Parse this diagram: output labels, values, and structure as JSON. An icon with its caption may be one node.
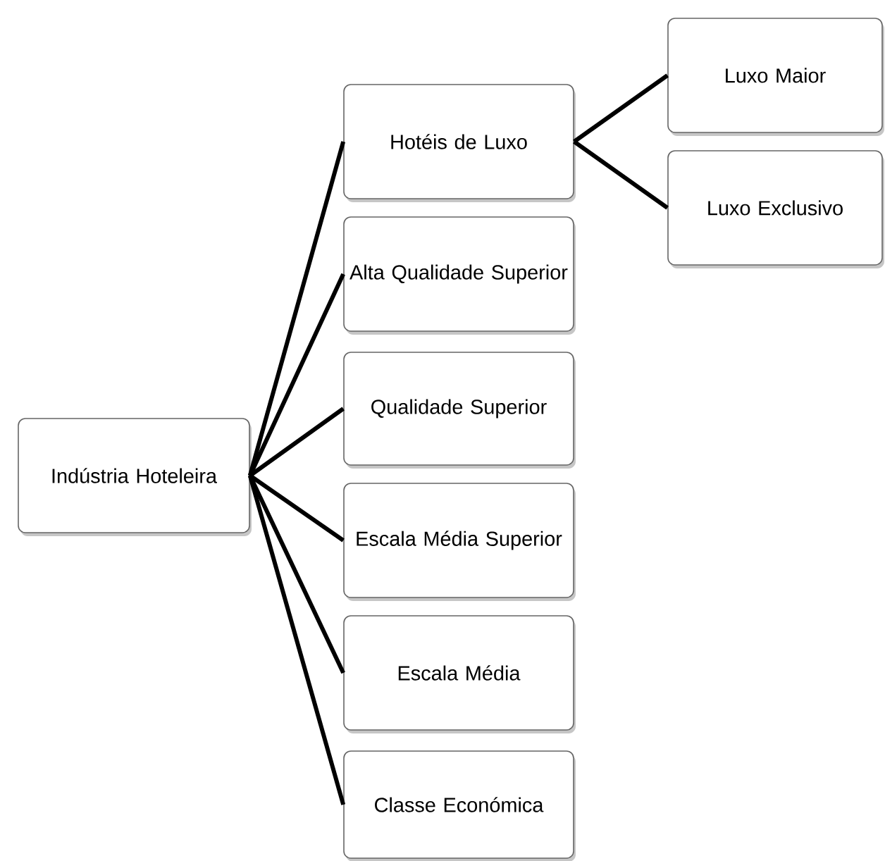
{
  "diagram": {
    "nodes": [
      {
        "text": [
          "Indústria Hoteleira"
        ]
      },
      {
        "text": [
          "Hotéis de Luxo"
        ]
      },
      {
        "text": [
          "Alta Qualidade Superior"
        ]
      },
      {
        "text": [
          "Qualidade Superior"
        ]
      },
      {
        "text": [
          "Escala Média Superior"
        ]
      },
      {
        "text": [
          "Escala Média"
        ]
      },
      {
        "text": [
          "Classe Económica"
        ]
      },
      {
        "text": [
          "Luxo Maior"
        ]
      },
      {
        "text": [
          "Luxo Exclusivo"
        ]
      }
    ],
    "edges": [
      {
        "from": 0,
        "to": 1,
        "arrow": "none"
      },
      {
        "from": 0,
        "to": 2,
        "arrow": "none"
      },
      {
        "from": 0,
        "to": 3,
        "arrow": "none"
      },
      {
        "from": 0,
        "to": 4,
        "arrow": "none"
      },
      {
        "from": 0,
        "to": 5,
        "arrow": "none"
      },
      {
        "from": 0,
        "to": 6,
        "arrow": "none"
      },
      {
        "from": 1,
        "to": 7,
        "arrow": "none"
      },
      {
        "from": 1,
        "to": 8,
        "arrow": "none"
      }
    ]
  }
}
